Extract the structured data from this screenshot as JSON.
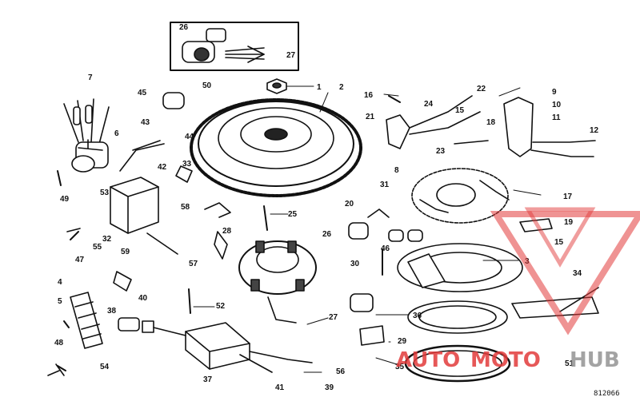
{
  "callouts": [
    "1",
    "2",
    "3",
    "4",
    "5",
    "6",
    "7",
    "8",
    "9",
    "10",
    "11",
    "12",
    "15",
    "15",
    "16",
    "17",
    "18",
    "19",
    "20",
    "21",
    "22",
    "23",
    "24",
    "25",
    "26",
    "26",
    "27",
    "27",
    "28",
    "29",
    "30",
    "31",
    "32",
    "33",
    "34",
    "35",
    "36",
    "37",
    "38",
    "39",
    "40",
    "41",
    "42",
    "43",
    "44",
    "45",
    "46",
    "47",
    "48",
    "49",
    "50",
    "51",
    "52",
    "53",
    "54",
    "55",
    "56",
    "57",
    "58",
    "59"
  ],
  "drawing_number": "812066",
  "watermark": {
    "part1": "AUTO",
    "part2": "MOTO",
    "part3": "HUB",
    "color_primary": "#e23b3b",
    "color_secondary": "#bfbfbf"
  },
  "line_color": "#111111"
}
